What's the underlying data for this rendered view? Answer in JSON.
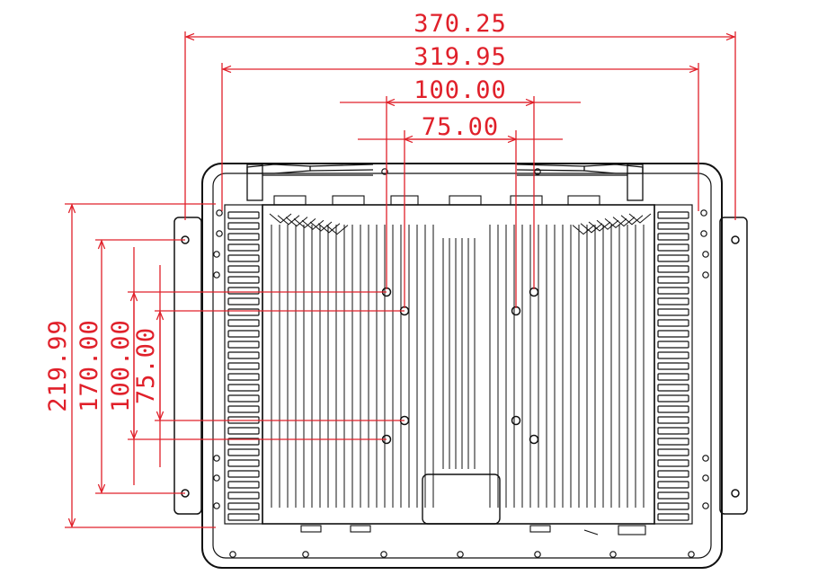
{
  "colors": {
    "dimension": "#e0202a",
    "drawing": "#111111",
    "background": "#ffffff"
  },
  "dimensions": {
    "overall_width": "370.25",
    "mount_width": "319.95",
    "vesa_100_width": "100.00",
    "vesa_75_width": "75.00",
    "overall_height": "219.99",
    "mount_height": "170.00",
    "vesa_100_height": "100.00",
    "vesa_75_height": "75.00"
  }
}
